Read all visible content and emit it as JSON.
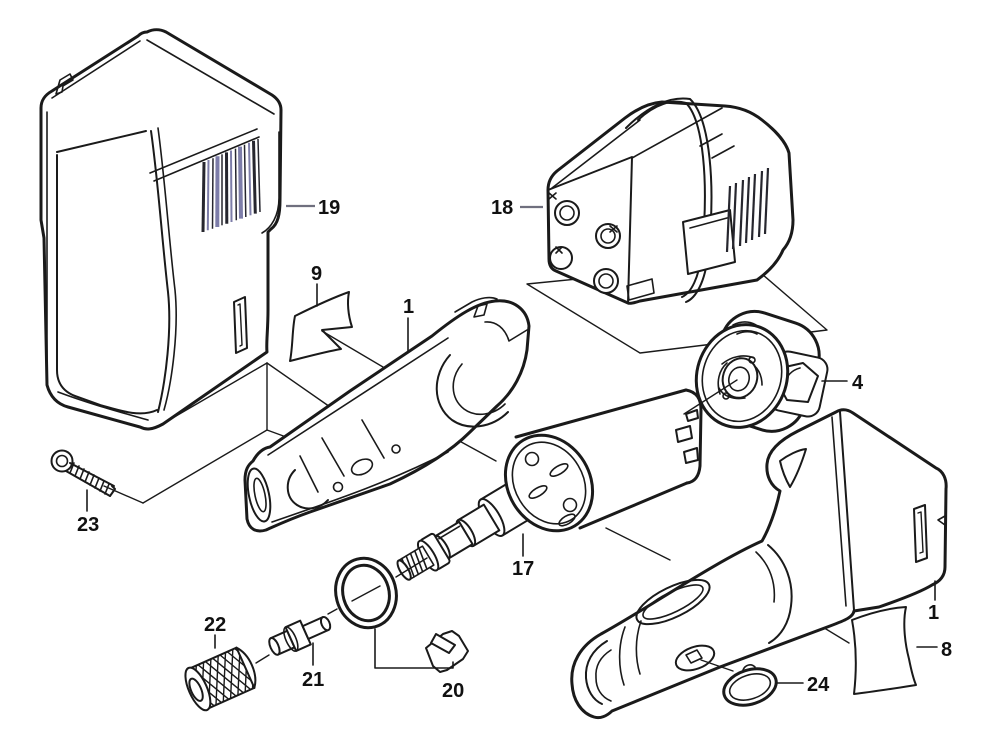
{
  "diagram_type": "exploded-parts-diagram",
  "colors": {
    "line": "#1a1a1a",
    "leader_gray": "#6f6f7e",
    "stripe_blue": "#7d7da9",
    "stripe_dark": "#26262e",
    "background": "#ffffff"
  },
  "callouts": [
    {
      "number": "19",
      "part": "charger-housing"
    },
    {
      "number": "18",
      "part": "battery-pack"
    },
    {
      "number": "9",
      "part": "charger-label"
    },
    {
      "number": "1",
      "part": "housing-half-left"
    },
    {
      "number": "4",
      "part": "fan-assembly"
    },
    {
      "number": "17",
      "part": "motor-with-spindle"
    },
    {
      "number": "23",
      "part": "screw"
    },
    {
      "number": "22",
      "part": "collet-nut"
    },
    {
      "number": "21",
      "part": "collet"
    },
    {
      "number": "20",
      "part": "o-ring-and-wrench"
    },
    {
      "number": "24",
      "part": "switch-button"
    },
    {
      "number": "8",
      "part": "housing-label"
    },
    {
      "number": "1",
      "part": "housing-half-right"
    }
  ]
}
